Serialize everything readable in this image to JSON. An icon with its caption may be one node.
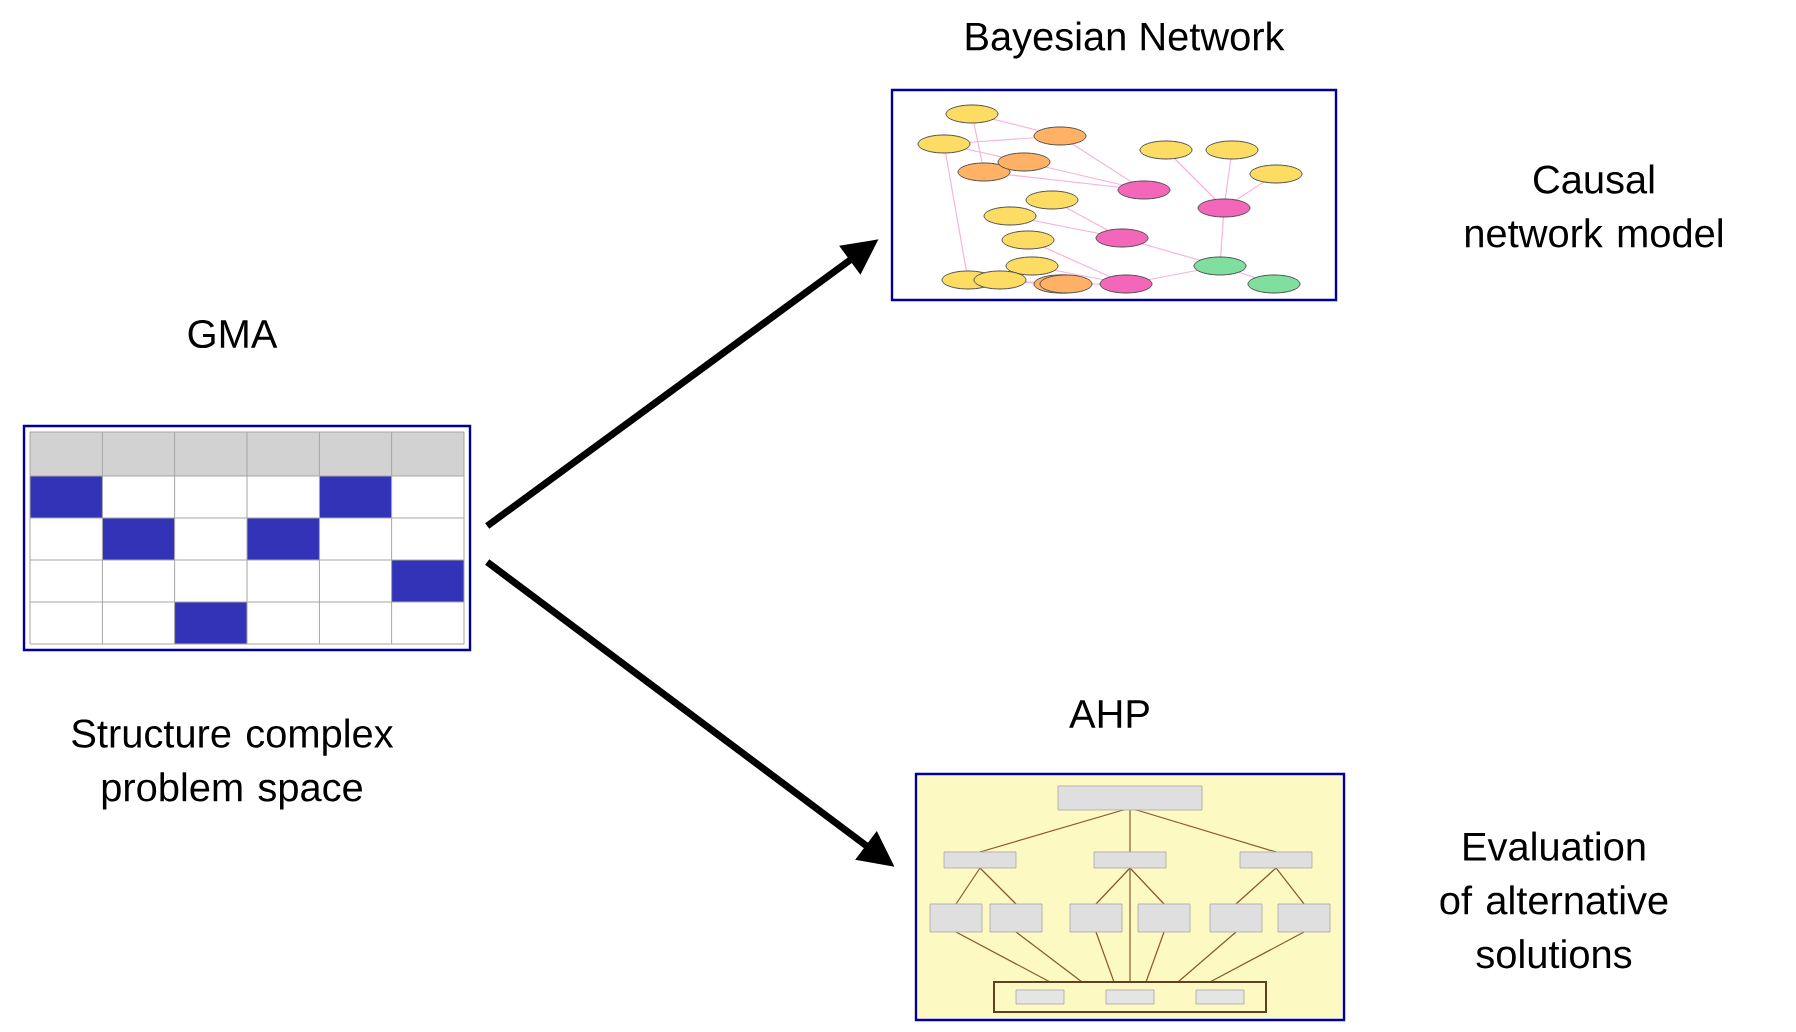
{
  "diagram": {
    "nodes": [
      {
        "text": [
          "GMA"
        ],
        "beside": [
          "Structure complex problem space"
        ]
      },
      {
        "text": [
          "Bayesian Network"
        ],
        "beside": [
          "Causal network model"
        ]
      },
      {
        "text": [
          "AHP"
        ],
        "beside": [
          "Evaluation of alternative solutions"
        ]
      }
    ],
    "edges": [
      {
        "from": 0,
        "to": 1,
        "arrow": "to"
      },
      {
        "from": 0,
        "to": 2,
        "arrow": "to"
      }
    ]
  }
}
